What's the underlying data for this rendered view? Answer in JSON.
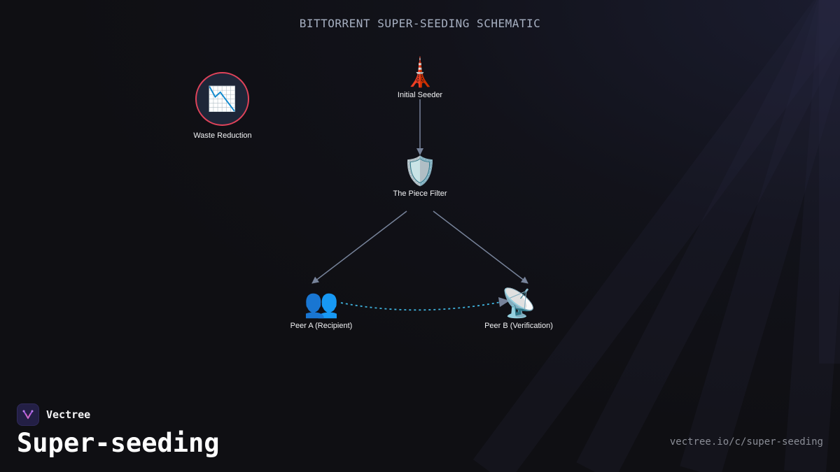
{
  "diagram": {
    "title": "BITTORRENT SUPER-SEEDING SCHEMATIC",
    "nodes": {
      "waste_reduction": {
        "label": "Waste Reduction",
        "icon": "chart-decreasing-icon",
        "glyph": "📉"
      },
      "initial_seeder": {
        "label": "Initial Seeder",
        "icon": "tower-icon",
        "glyph": "🗼"
      },
      "piece_filter": {
        "label": "The Piece Filter",
        "icon": "shield-icon",
        "glyph": "🛡️"
      },
      "peer_a": {
        "label": "Peer A (Recipient)",
        "icon": "people-icon",
        "glyph": "👥"
      },
      "peer_b": {
        "label": "Peer B (Verification)",
        "icon": "satellite-dish-icon",
        "glyph": "📡"
      }
    },
    "edges": [
      {
        "from": "Initial Seeder",
        "to": "The Piece Filter",
        "style": "solid"
      },
      {
        "from": "The Piece Filter",
        "to": "Peer A (Recipient)",
        "style": "solid"
      },
      {
        "from": "The Piece Filter",
        "to": "Peer B (Verification)",
        "style": "solid"
      },
      {
        "from": "Peer A (Recipient)",
        "to": "Peer B (Verification)",
        "style": "dashed"
      }
    ],
    "colors": {
      "edge": "#77839a",
      "dashed_edge": "#3fb3de",
      "highlight_ring": "#e0435a",
      "background": "#0f0f13"
    }
  },
  "footer": {
    "brand_name": "Vectree",
    "page_title": "Super-seeding",
    "url": "vectree.io/c/super-seeding"
  }
}
